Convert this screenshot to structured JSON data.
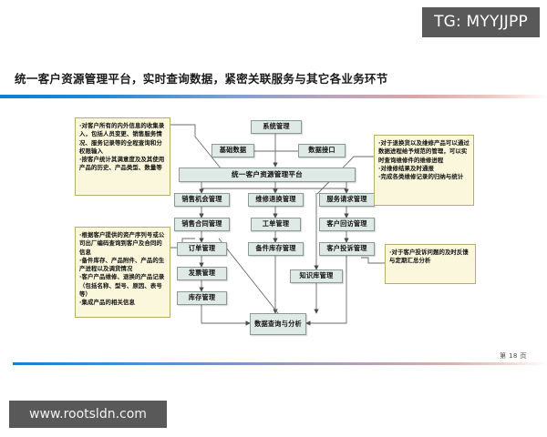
{
  "watermarks": {
    "tg_badge": "TG: MYYJJPP",
    "site_url": "www.rootsldn.com"
  },
  "headline": "统一客户资源管理平台，实时查询数据，紧密关联服务与其它各业务环节",
  "footer": {
    "page_number": "第 18 页"
  },
  "colors": {
    "node_fill": "#dfe9e6",
    "node_border": "#8a9a98",
    "callout_fill": "#faf7dc",
    "callout_border": "#b8ad6e",
    "badge_bg": "#595959",
    "accent_blue": "#0d7fd4"
  },
  "diagram": {
    "nodes": {
      "system_mgmt": "系统管理",
      "basic_data": "基础数据",
      "data_interface": "数据接口",
      "platform": "统一客户资源管理平台",
      "sales_opportunity": "销售机会管理",
      "sales_contract": "销售合同管理",
      "order_mgmt": "订单管理",
      "invoice_mgmt": "发票管理",
      "inventory_mgmt": "库存管理",
      "repair_return": "维修退换管理",
      "work_order": "工单管理",
      "spare_parts": "备件库存管理",
      "service_request": "服务请求管理",
      "customer_revisit": "客户回访管理",
      "customer_complaint": "客户投诉管理",
      "knowledge_base": "知识库管理",
      "data_query": "数据查询与分析"
    }
  },
  "callouts": {
    "top_left": [
      "·对客户所有的内外信息的收集录入，包括人员变更、销售服务情况、服务记录等的全程查询和分权限输入",
      "·按客户统计其满意度及及其使用产品的历史、产品类型、数量等"
    ],
    "bottom_left": [
      "·根据客户提供的资产序列号或公司出厂编码查询到客户及合同的信息",
      "·备件库存、产品附件、产品的生产进程以及调货情况",
      "·客户产品维修、退换的产品记录（包括名称、型号、原因、表号等）",
      "·集成产品的相关信息"
    ],
    "top_right": [
      "·对于退换货以及维修产品可以通过数据进程给予规范的管理，可以实时查询维修件的维修进程",
      "·对维修结果及时通报",
      "·完成各类维修记录的归纳与统计"
    ],
    "bottom_right": [
      "·对于客户投诉问题的及时反馈与定期汇总分析"
    ]
  }
}
